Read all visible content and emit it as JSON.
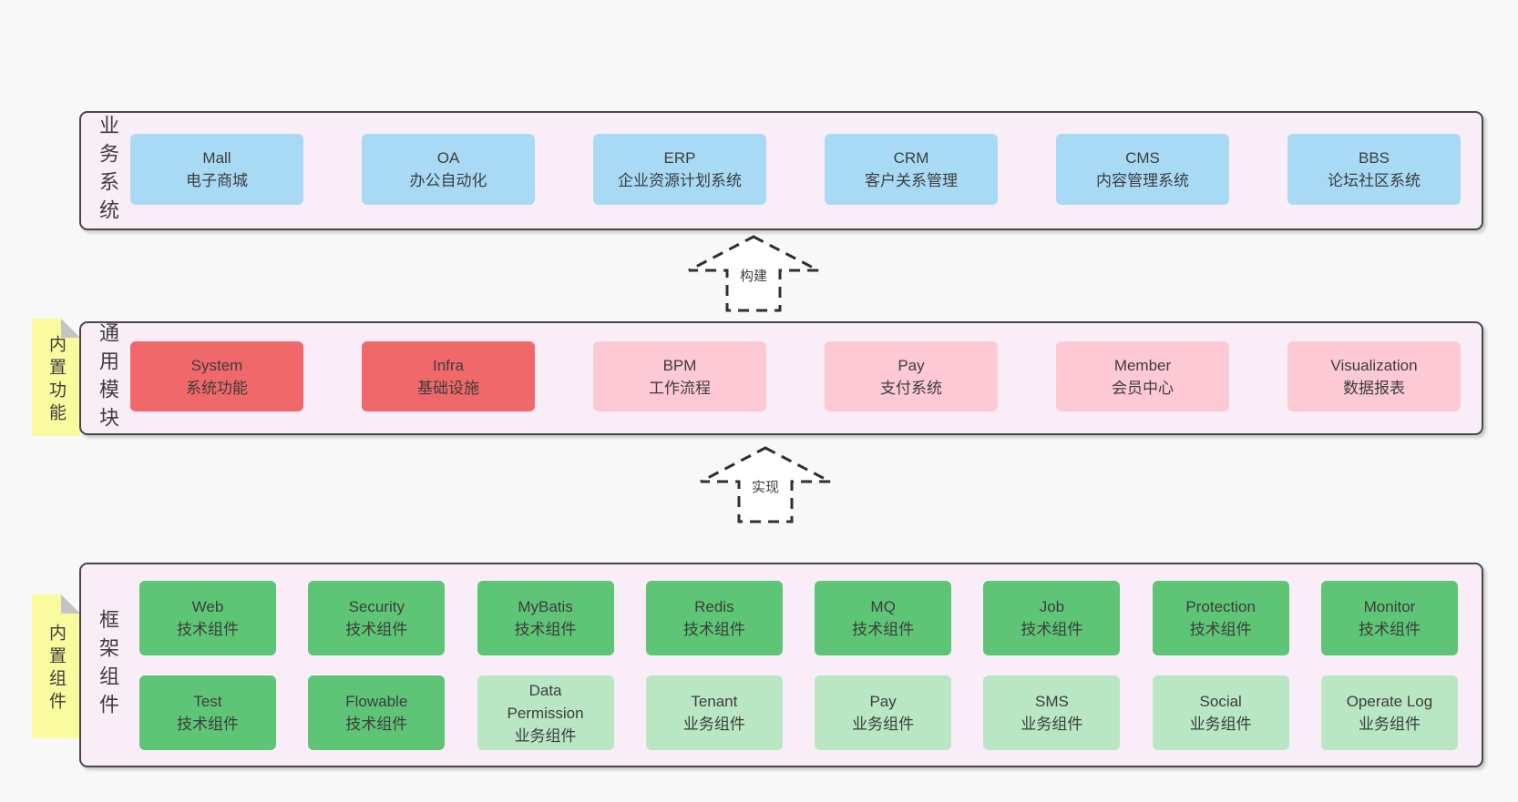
{
  "diagram": {
    "colors": {
      "page_bg": "#f8f8f8",
      "band_bg": "#f9eef7",
      "band_border": "#474747",
      "blue_box": "#a8daf5",
      "red_box": "#f1686b",
      "pink_box": "#fcc9d4",
      "green_dark_box": "#5ec577",
      "green_light_box": "#b9e6c3",
      "note_bg": "#fafa9e",
      "note_fold": "#c4c4c4",
      "text": "#3d3d3d"
    },
    "bands": [
      {
        "label": "业务系统",
        "boxes": [
          {
            "name": "Mall",
            "desc": "电子商城"
          },
          {
            "name": "OA",
            "desc": "办公自动化"
          },
          {
            "name": "ERP",
            "desc": "企业资源计划系统"
          },
          {
            "name": "CRM",
            "desc": "客户关系管理"
          },
          {
            "name": "CMS",
            "desc": "内容管理系统"
          },
          {
            "name": "BBS",
            "desc": "论坛社区系统"
          }
        ]
      },
      {
        "label": "通用模块",
        "note": "内置功能",
        "boxes": [
          {
            "name": "System",
            "desc": "系统功能"
          },
          {
            "name": "Infra",
            "desc": "基础设施"
          },
          {
            "name": "BPM",
            "desc": "工作流程"
          },
          {
            "name": "Pay",
            "desc": "支付系统"
          },
          {
            "name": "Member",
            "desc": "会员中心"
          },
          {
            "name": "Visualization",
            "desc": "数据报表"
          }
        ]
      },
      {
        "label": "框架组件",
        "note": "内置组件",
        "row1": [
          {
            "name": "Web",
            "desc": "技术组件"
          },
          {
            "name": "Security",
            "desc": "技术组件"
          },
          {
            "name": "MyBatis",
            "desc": "技术组件"
          },
          {
            "name": "Redis",
            "desc": "技术组件"
          },
          {
            "name": "MQ",
            "desc": "技术组件"
          },
          {
            "name": "Job",
            "desc": "技术组件"
          },
          {
            "name": "Protection",
            "desc": "技术组件"
          },
          {
            "name": "Monitor",
            "desc": "技术组件"
          }
        ],
        "row2": [
          {
            "name": "Test",
            "desc": "技术组件"
          },
          {
            "name": "Flowable",
            "desc": "技术组件"
          },
          {
            "name": "Data Permission",
            "desc": "业务组件"
          },
          {
            "name": "Tenant",
            "desc": "业务组件"
          },
          {
            "name": "Pay",
            "desc": "业务组件"
          },
          {
            "name": "SMS",
            "desc": "业务组件"
          },
          {
            "name": "Social",
            "desc": "业务组件"
          },
          {
            "name": "Operate Log",
            "desc": "业务组件"
          }
        ]
      }
    ],
    "arrows": [
      {
        "label": "构建"
      },
      {
        "label": "实现"
      }
    ]
  }
}
